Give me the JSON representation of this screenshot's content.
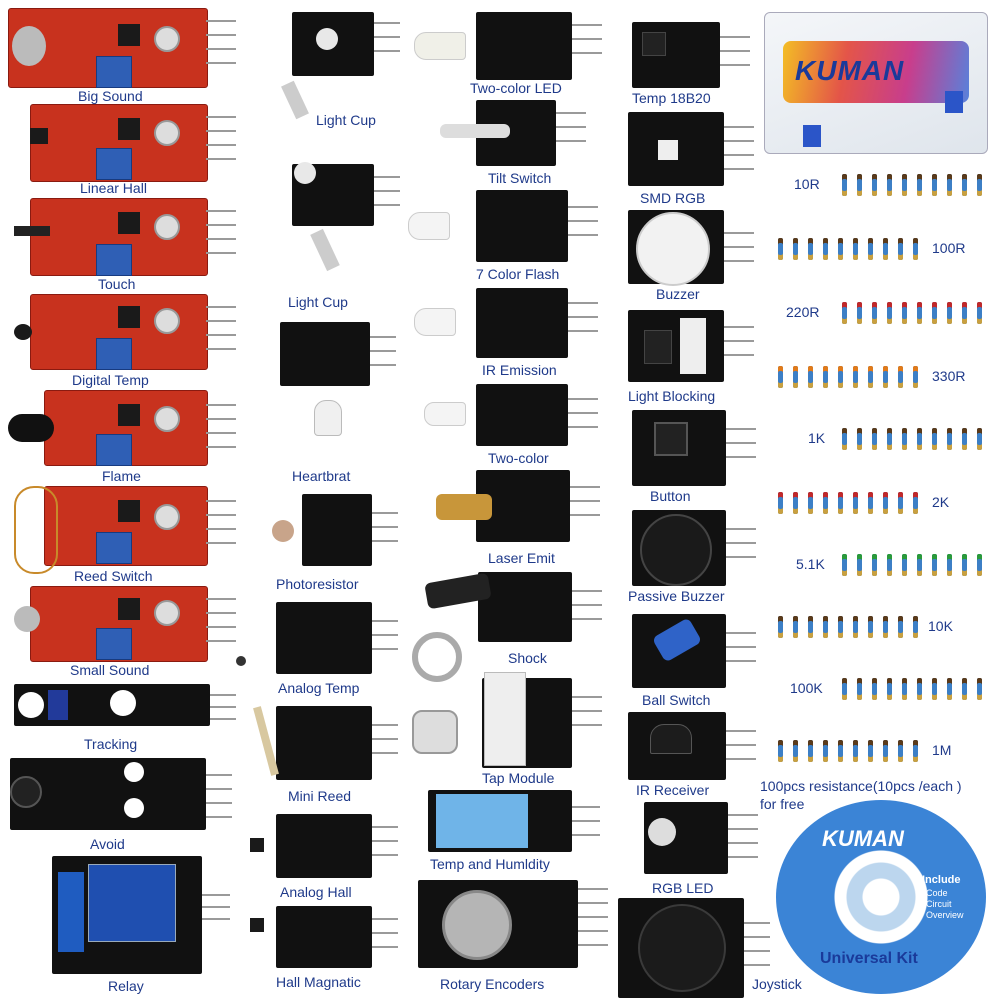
{
  "brand": "KUMAN",
  "cd_text": "Universal Kit",
  "cd_include": [
    "Include",
    "Code",
    "Circuit",
    "Overview"
  ],
  "modules": [
    {
      "id": "big-sound",
      "label": "Big Sound"
    },
    {
      "id": "linear-hall",
      "label": "Linear Hall"
    },
    {
      "id": "touch",
      "label": "Touch"
    },
    {
      "id": "digital-temp",
      "label": "Digital Temp"
    },
    {
      "id": "flame",
      "label": "Flame"
    },
    {
      "id": "reed-switch",
      "label": "Reed Switch"
    },
    {
      "id": "small-sound",
      "label": "Small Sound"
    },
    {
      "id": "tracking",
      "label": "Tracking"
    },
    {
      "id": "avoid",
      "label": "Avoid"
    },
    {
      "id": "relay",
      "label": "Relay"
    },
    {
      "id": "light-cup-1",
      "label": "Light Cup"
    },
    {
      "id": "light-cup-2",
      "label": "Light Cup"
    },
    {
      "id": "heartbrat",
      "label": "Heartbrat"
    },
    {
      "id": "photoresistor",
      "label": "Photoresistor"
    },
    {
      "id": "analog-temp",
      "label": "Analog Temp"
    },
    {
      "id": "mini-reed",
      "label": "Mini Reed"
    },
    {
      "id": "analog-hall",
      "label": "Analog Hall"
    },
    {
      "id": "hall-magnatic",
      "label": "Hall Magnatic"
    },
    {
      "id": "two-color-led",
      "label": "Two-color LED"
    },
    {
      "id": "tilt-switch",
      "label": "Tilt Switch"
    },
    {
      "id": "seven-color-flash",
      "label": "7 Color Flash"
    },
    {
      "id": "ir-emission",
      "label": "IR Emission"
    },
    {
      "id": "two-color",
      "label": "Two-color"
    },
    {
      "id": "laser-emit",
      "label": "Laser Emit"
    },
    {
      "id": "shock",
      "label": "Shock"
    },
    {
      "id": "tap-module",
      "label": "Tap Module"
    },
    {
      "id": "temp-humidity",
      "label": "Temp and Humldity"
    },
    {
      "id": "rotary-encoders",
      "label": "Rotary Encoders"
    },
    {
      "id": "temp-18b20",
      "label": "Temp 18B20"
    },
    {
      "id": "smd-rgb",
      "label": "SMD RGB"
    },
    {
      "id": "buzzer",
      "label": "Buzzer"
    },
    {
      "id": "light-blocking",
      "label": "Light Blocking"
    },
    {
      "id": "button",
      "label": "Button"
    },
    {
      "id": "passive-buzzer",
      "label": "Passive Buzzer"
    },
    {
      "id": "ball-switch",
      "label": "Ball Switch"
    },
    {
      "id": "ir-receiver",
      "label": "IR Receiver"
    },
    {
      "id": "rgb-led",
      "label": "RGB LED"
    },
    {
      "id": "joystick",
      "label": "Joystick"
    }
  ],
  "resistors": [
    {
      "label": "10R",
      "band": "#5a3a1a"
    },
    {
      "label": "100R",
      "band": "#5a3a1a"
    },
    {
      "label": "220R",
      "band": "#c0282a"
    },
    {
      "label": "330R",
      "band": "#e07a1a"
    },
    {
      "label": "1K",
      "band": "#5a3a1a"
    },
    {
      "label": "2K",
      "band": "#c0282a"
    },
    {
      "label": "5.1K",
      "band": "#2a9a3a"
    },
    {
      "label": "10K",
      "band": "#5a3a1a"
    },
    {
      "label": "100K",
      "band": "#5a3a1a"
    },
    {
      "label": "1M",
      "band": "#5a3a1a"
    }
  ],
  "resistor_note": "100pcs resistance(10pcs /each )",
  "resistor_note2": "for free",
  "colors": {
    "board_red": "#c8321e",
    "board_black": "#111111",
    "label_blue": "#1f3a8a",
    "pot_blue": "#2f5fb5"
  }
}
